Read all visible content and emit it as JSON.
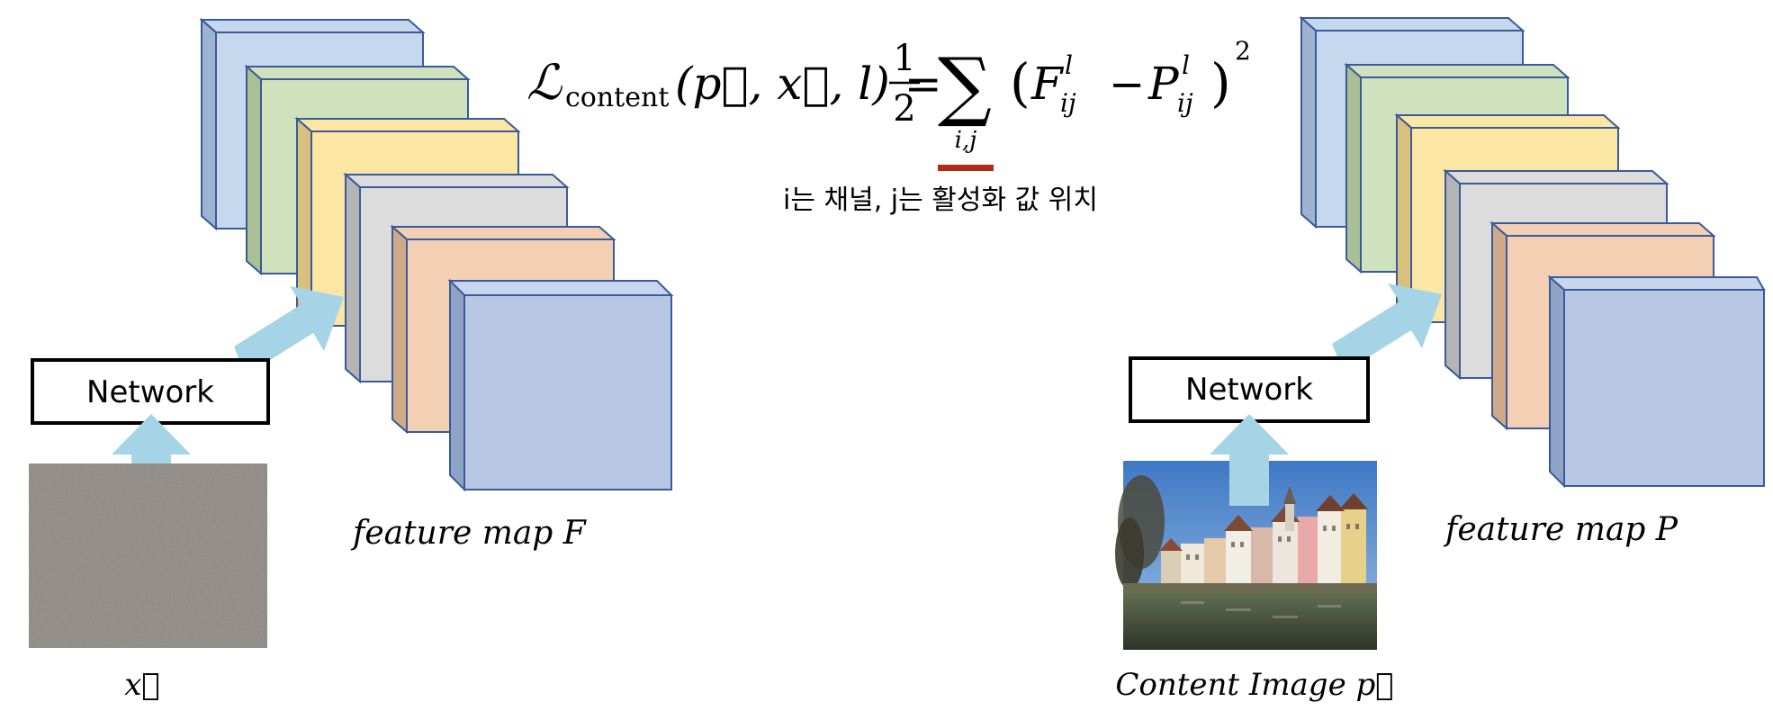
{
  "formula": {
    "loss_symbol": "ℒ",
    "loss_subscript": "content",
    "args": "(p⃗, x⃗, l) =",
    "fraction_num": "1",
    "fraction_den": "2",
    "sum": "∑",
    "sum_index": "i,j",
    "term_open": "(",
    "F": "F",
    "F_sup": "l",
    "F_sub": "ij",
    "minus": "−",
    "P": "P",
    "P_sup": "l",
    "P_sub": "ij",
    "term_close": ")",
    "power": "2",
    "note": "i는 채널, j는 활성화 값 위치"
  },
  "left": {
    "network_label": "Network",
    "caption": "feature map F",
    "input_label": "x⃗"
  },
  "right": {
    "network_label": "Network",
    "caption": "feature map P",
    "input_label": "Content Image p⃗"
  },
  "colors": {
    "layer_blue_light": "#c5d8ee",
    "layer_green": "#cfe1bd",
    "layer_yellow": "#fbe6a4",
    "layer_gray": "#dcdcdc",
    "layer_peach": "#f3cfb4",
    "layer_blue": "#b8c8e4",
    "edge": "#3a5a9a",
    "arrow": "#a5d4e6",
    "underline": "#b22a1a"
  }
}
